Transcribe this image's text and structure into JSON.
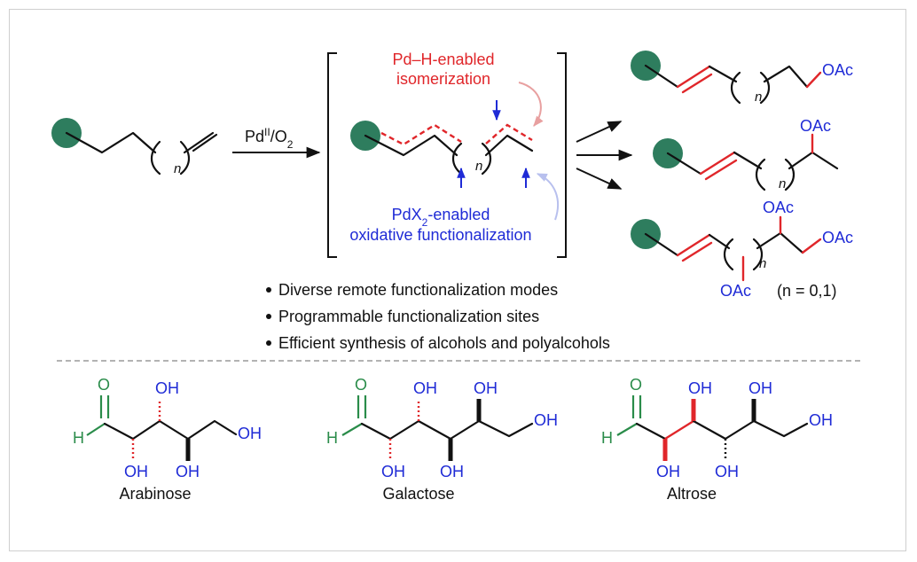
{
  "colors": {
    "sphere": "#2e7d5e",
    "pdh_red": "#e0262a",
    "pdx_blue": "#1f2bd6",
    "aldehyde_green": "#2a8c4a",
    "pink_arrow": "#e8a0a0",
    "lilac_arrow": "#b8c0ee"
  },
  "reaction": {
    "reagent_main": "Pd",
    "reagent_sup": "II",
    "reagent_tail": "/O",
    "reagent_sub": "2"
  },
  "mechanism": {
    "pdh_line1": "Pd–H-enabled",
    "pdh_line2": "isomerization",
    "pdx_line1_pre": "PdX",
    "pdx_line1_sub": "2",
    "pdx_line1_post": "-enabled",
    "pdx_line2": "oxidative functionalization",
    "n_label": "n"
  },
  "products": {
    "oac": "OAc",
    "n_label": "n",
    "n_values": "(n = 0,1)"
  },
  "bullets": [
    "Diverse remote functionalization modes",
    "Programmable functionalization sites",
    "Efficient synthesis of alcohols and polyalcohols"
  ],
  "sugars": [
    {
      "name": "Arabinose"
    },
    {
      "name": "Galactose"
    },
    {
      "name": "Altrose"
    }
  ],
  "atoms": {
    "O": "O",
    "H": "H",
    "OH": "OH"
  }
}
